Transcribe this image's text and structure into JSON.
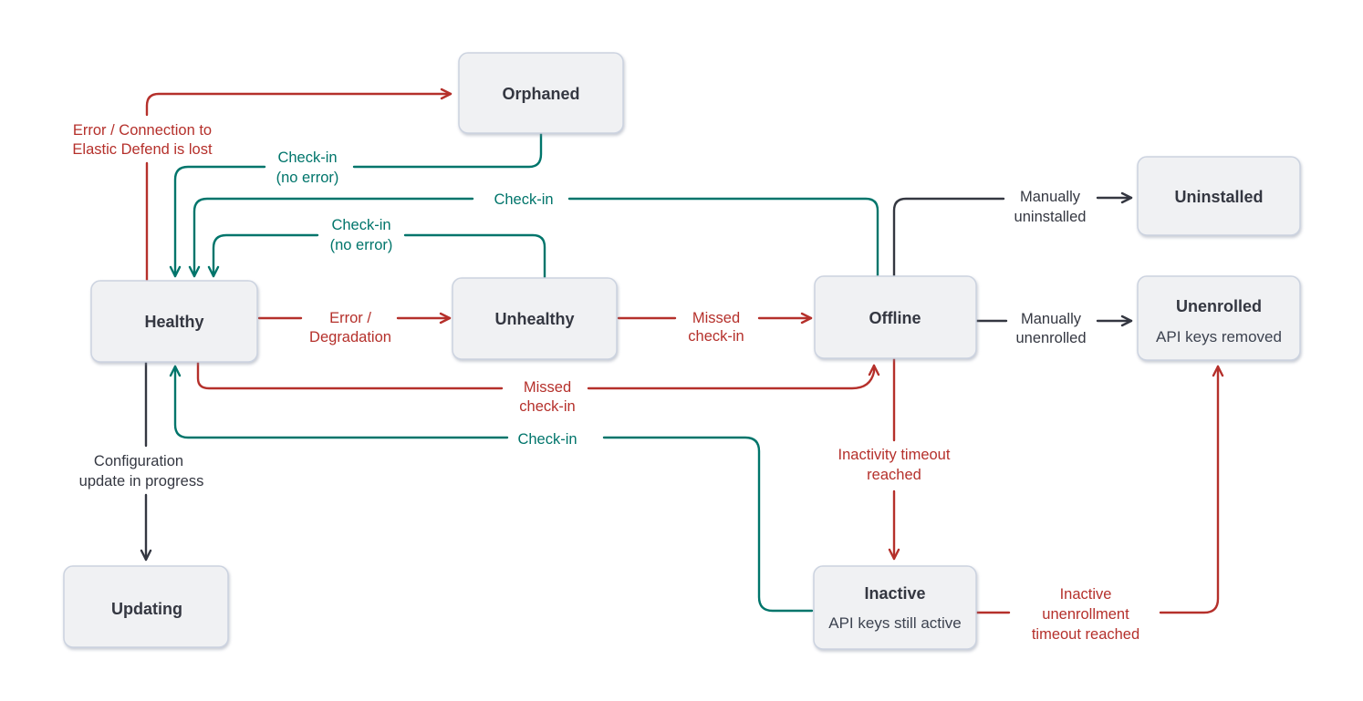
{
  "diagram": {
    "kind": "state-transition-diagram",
    "colors": {
      "error_red": "#b5302b",
      "success_teal": "#00756b",
      "neutral_dark": "#343741",
      "node_fill": "#f0f1f3",
      "node_border": "#ccd3e0",
      "background": "#ffffff"
    }
  },
  "nodes": {
    "orphaned": {
      "title": "Orphaned"
    },
    "healthy": {
      "title": "Healthy"
    },
    "unhealthy": {
      "title": "Unhealthy"
    },
    "offline": {
      "title": "Offline"
    },
    "uninstalled": {
      "title": "Uninstalled"
    },
    "unenrolled": {
      "title": "Unenrolled",
      "subtitle": "API keys removed"
    },
    "updating": {
      "title": "Updating"
    },
    "inactive": {
      "title": "Inactive",
      "subtitle": "API keys still active"
    }
  },
  "edges": {
    "healthy_to_orphaned": {
      "color": "#b5302b",
      "lines": [
        "Error / Connection to",
        "Elastic Defend is lost"
      ]
    },
    "orphaned_to_healthy": {
      "color": "#00756b",
      "lines": [
        "Check-in",
        "(no error)"
      ]
    },
    "offline_to_healthy": {
      "color": "#00756b",
      "lines": [
        "Check-in"
      ]
    },
    "unhealthy_to_healthy": {
      "color": "#00756b",
      "lines": [
        "Check-in",
        "(no error)"
      ]
    },
    "healthy_to_unhealthy": {
      "color": "#b5302b",
      "lines": [
        "Error /",
        "Degradation"
      ]
    },
    "unhealthy_to_offline": {
      "color": "#b5302b",
      "lines": [
        "Missed",
        "check-in"
      ]
    },
    "healthy_to_offline": {
      "color": "#b5302b",
      "lines": [
        "Missed",
        "check-in"
      ]
    },
    "inactive_to_healthy": {
      "color": "#00756b",
      "lines": [
        "Check-in"
      ]
    },
    "offline_to_uninstalled": {
      "color": "#343741",
      "lines": [
        "Manually",
        "uninstalled"
      ]
    },
    "offline_to_unenrolled": {
      "color": "#343741",
      "lines": [
        "Manually",
        "unenrolled"
      ]
    },
    "healthy_to_updating": {
      "color": "#343741",
      "lines": [
        "Configuration",
        "update in progress"
      ]
    },
    "offline_to_inactive": {
      "color": "#b5302b",
      "lines": [
        "Inactivity timeout",
        "reached"
      ]
    },
    "inactive_to_unenrolled": {
      "color": "#b5302b",
      "lines": [
        "Inactive",
        "unenrollment",
        "timeout reached"
      ]
    }
  }
}
